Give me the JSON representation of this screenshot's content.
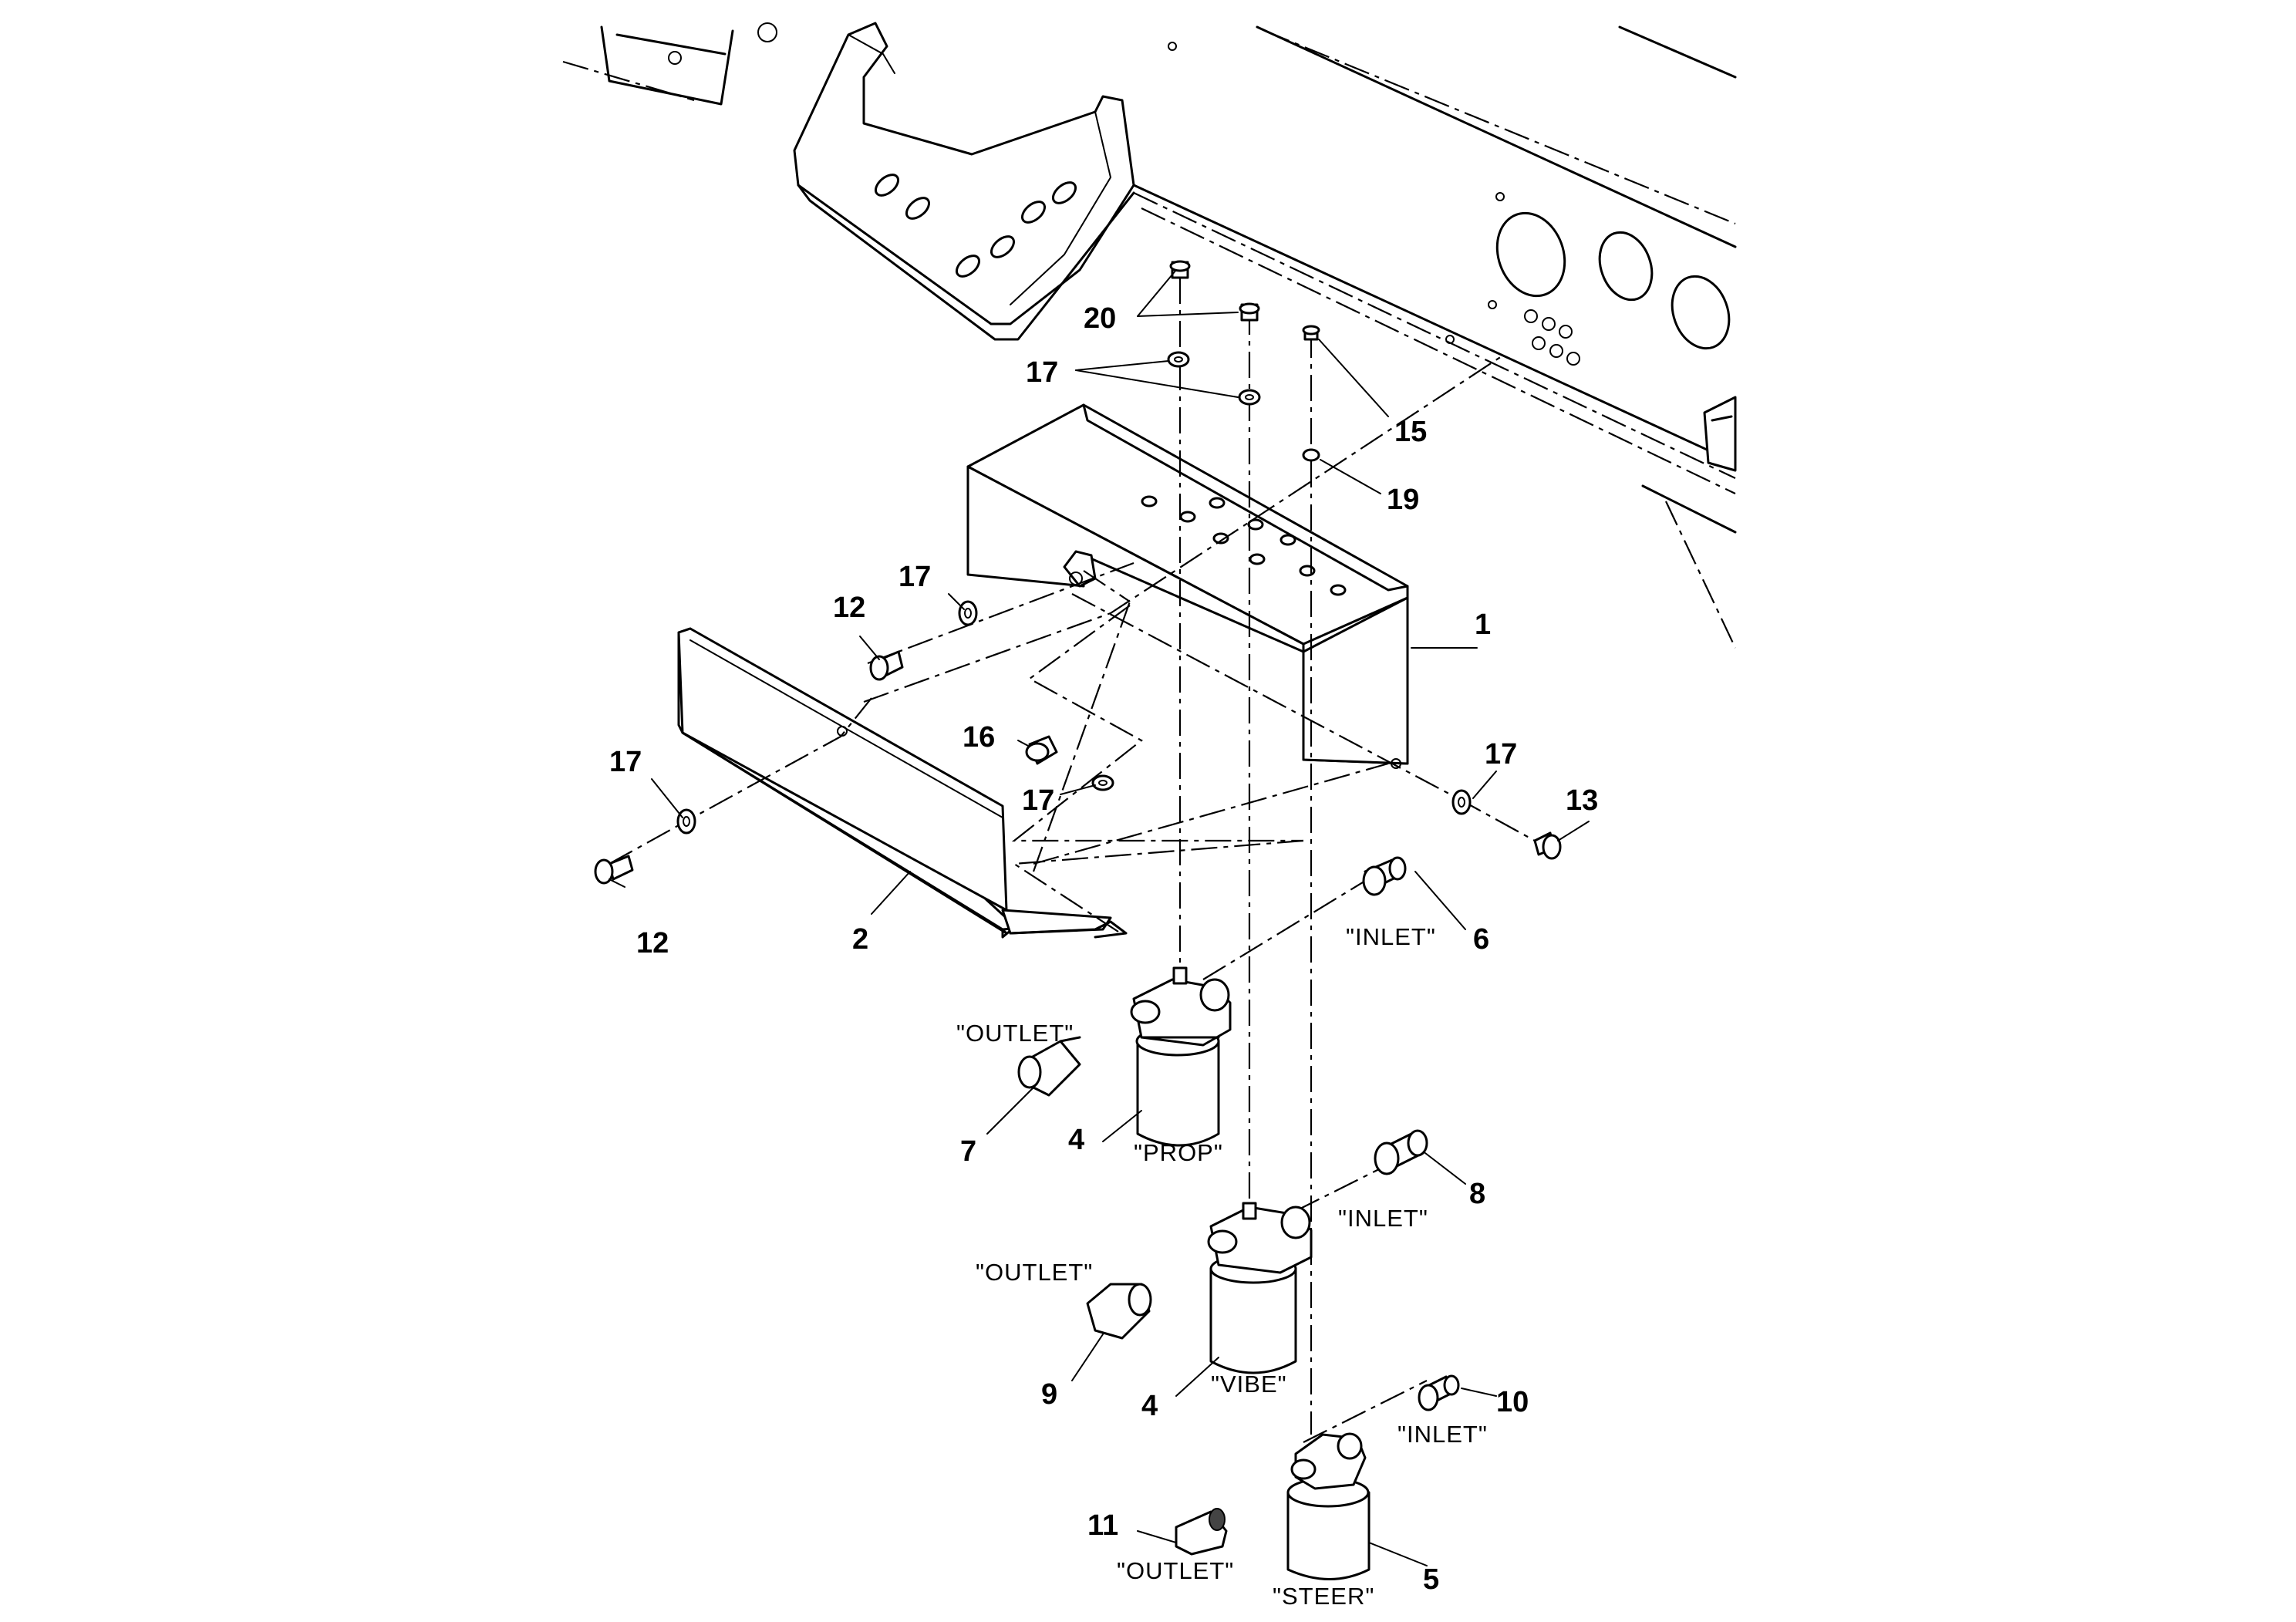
{
  "callouts": [
    {
      "id": "c1",
      "text": "1"
    },
    {
      "id": "c2",
      "text": "2"
    },
    {
      "id": "c4a",
      "text": "4"
    },
    {
      "id": "c4b",
      "text": "4"
    },
    {
      "id": "c5",
      "text": "5"
    },
    {
      "id": "c6",
      "text": "6"
    },
    {
      "id": "c7",
      "text": "7"
    },
    {
      "id": "c8",
      "text": "8"
    },
    {
      "id": "c9",
      "text": "9"
    },
    {
      "id": "c10",
      "text": "10"
    },
    {
      "id": "c11",
      "text": "11"
    },
    {
      "id": "c12a",
      "text": "12"
    },
    {
      "id": "c12b",
      "text": "12"
    },
    {
      "id": "c13",
      "text": "13"
    },
    {
      "id": "c15",
      "text": "15"
    },
    {
      "id": "c16",
      "text": "16"
    },
    {
      "id": "c17a",
      "text": "17"
    },
    {
      "id": "c17b",
      "text": "17"
    },
    {
      "id": "c17c",
      "text": "17"
    },
    {
      "id": "c17d",
      "text": "17"
    },
    {
      "id": "c17e",
      "text": "17"
    },
    {
      "id": "c19",
      "text": "19"
    },
    {
      "id": "c20",
      "text": "20"
    }
  ],
  "port_labels": {
    "inlet_prop": "\"INLET\"",
    "outlet_prop": "\"OUTLET\"",
    "inlet_vibe": "\"INLET\"",
    "outlet_vibe": "\"OUTLET\"",
    "inlet_steer": "\"INLET\"",
    "outlet_steer": "\"OUTLET\""
  },
  "filter_labels": {
    "prop": "\"PROP\"",
    "vibe": "\"VIBE\"",
    "steer": "\"STEER\""
  }
}
